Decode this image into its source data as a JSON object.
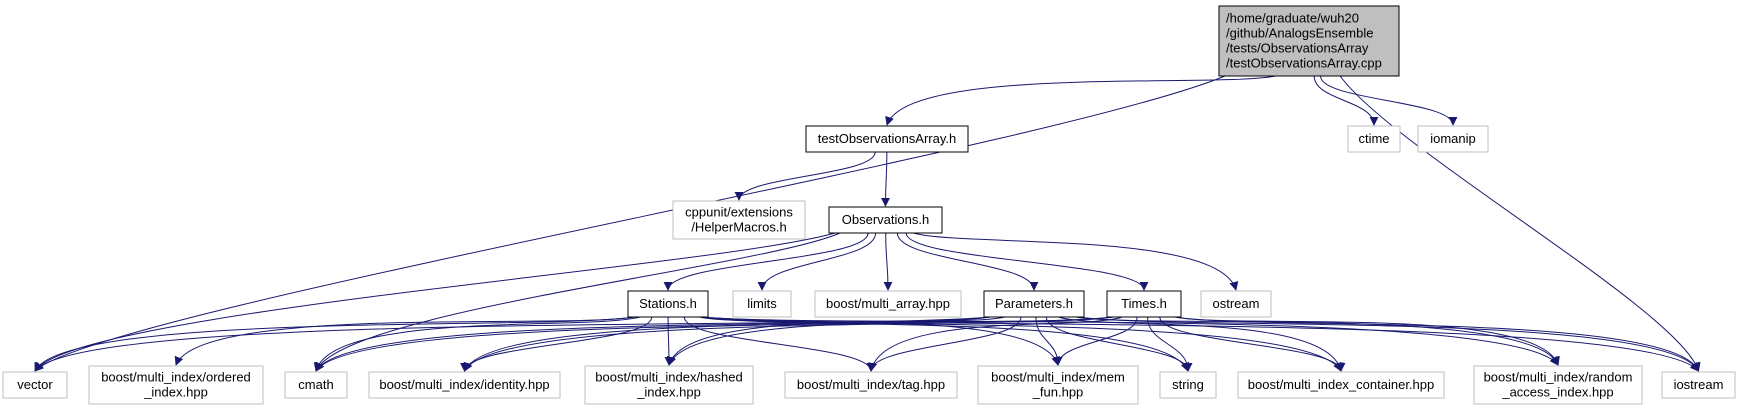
{
  "diagram": {
    "colors": {
      "edge": "#191970",
      "root_fill": "#bfbfbf",
      "root_border": "#000000",
      "documented_border": "#000000",
      "missing_border": "#bfbfbf",
      "background": "#ffffff"
    },
    "nodes": [
      {
        "id": "root",
        "kind": "root",
        "lines": [
          "/home/graduate/wuh20",
          "/github/AnalogsEnsemble",
          "/tests/ObservationsArray",
          "/testObservationsArray.cpp"
        ]
      },
      {
        "id": "testObservationsArray_h",
        "kind": "documented",
        "lines": [
          "testObservationsArray.h"
        ]
      },
      {
        "id": "ctime",
        "kind": "missing",
        "lines": [
          "ctime"
        ]
      },
      {
        "id": "iomanip",
        "kind": "missing",
        "lines": [
          "iomanip"
        ]
      },
      {
        "id": "helpermacros",
        "kind": "missing",
        "lines": [
          "cppunit/extensions",
          "/HelperMacros.h"
        ]
      },
      {
        "id": "observations_h",
        "kind": "documented",
        "lines": [
          "Observations.h"
        ]
      },
      {
        "id": "stations_h",
        "kind": "documented",
        "lines": [
          "Stations.h"
        ]
      },
      {
        "id": "limits",
        "kind": "missing",
        "lines": [
          "limits"
        ]
      },
      {
        "id": "multi_array",
        "kind": "missing",
        "lines": [
          "boost/multi_array.hpp"
        ]
      },
      {
        "id": "parameters_h",
        "kind": "documented",
        "lines": [
          "Parameters.h"
        ]
      },
      {
        "id": "times_h",
        "kind": "documented",
        "lines": [
          "Times.h"
        ]
      },
      {
        "id": "ostream",
        "kind": "missing",
        "lines": [
          "ostream"
        ]
      },
      {
        "id": "vector",
        "kind": "missing",
        "lines": [
          "vector"
        ]
      },
      {
        "id": "ordered_index",
        "kind": "missing",
        "lines": [
          "boost/multi_index/ordered",
          "_index.hpp"
        ]
      },
      {
        "id": "cmath",
        "kind": "missing",
        "lines": [
          "cmath"
        ]
      },
      {
        "id": "identity",
        "kind": "missing",
        "lines": [
          "boost/multi_index/identity.hpp"
        ]
      },
      {
        "id": "hashed_index",
        "kind": "missing",
        "lines": [
          "boost/multi_index/hashed",
          "_index.hpp"
        ]
      },
      {
        "id": "tag",
        "kind": "missing",
        "lines": [
          "boost/multi_index/tag.hpp"
        ]
      },
      {
        "id": "mem_fun",
        "kind": "missing",
        "lines": [
          "boost/multi_index/mem",
          "_fun.hpp"
        ]
      },
      {
        "id": "string",
        "kind": "missing",
        "lines": [
          "string"
        ]
      },
      {
        "id": "multi_index_container",
        "kind": "missing",
        "lines": [
          "boost/multi_index_container.hpp"
        ]
      },
      {
        "id": "random_access_index",
        "kind": "missing",
        "lines": [
          "boost/multi_index/random",
          "_access_index.hpp"
        ]
      },
      {
        "id": "iostream",
        "kind": "missing",
        "lines": [
          "iostream"
        ]
      }
    ],
    "edges": [
      [
        "root",
        "testObservationsArray_h"
      ],
      [
        "root",
        "vector"
      ],
      [
        "root",
        "ctime"
      ],
      [
        "root",
        "iomanip"
      ],
      [
        "root",
        "iostream"
      ],
      [
        "testObservationsArray_h",
        "helpermacros"
      ],
      [
        "testObservationsArray_h",
        "observations_h"
      ],
      [
        "observations_h",
        "vector"
      ],
      [
        "observations_h",
        "cmath"
      ],
      [
        "observations_h",
        "stations_h"
      ],
      [
        "observations_h",
        "limits"
      ],
      [
        "observations_h",
        "multi_array"
      ],
      [
        "observations_h",
        "parameters_h"
      ],
      [
        "observations_h",
        "times_h"
      ],
      [
        "observations_h",
        "ostream"
      ],
      [
        "stations_h",
        "vector"
      ],
      [
        "stations_h",
        "ordered_index"
      ],
      [
        "stations_h",
        "cmath"
      ],
      [
        "stations_h",
        "identity"
      ],
      [
        "stations_h",
        "hashed_index"
      ],
      [
        "stations_h",
        "tag"
      ],
      [
        "stations_h",
        "mem_fun"
      ],
      [
        "stations_h",
        "string"
      ],
      [
        "stations_h",
        "multi_index_container"
      ],
      [
        "stations_h",
        "random_access_index"
      ],
      [
        "stations_h",
        "iostream"
      ],
      [
        "parameters_h",
        "vector"
      ],
      [
        "parameters_h",
        "cmath"
      ],
      [
        "parameters_h",
        "identity"
      ],
      [
        "parameters_h",
        "hashed_index"
      ],
      [
        "parameters_h",
        "tag"
      ],
      [
        "parameters_h",
        "mem_fun"
      ],
      [
        "parameters_h",
        "string"
      ],
      [
        "parameters_h",
        "multi_index_container"
      ],
      [
        "parameters_h",
        "random_access_index"
      ],
      [
        "parameters_h",
        "iostream"
      ],
      [
        "times_h",
        "cmath"
      ],
      [
        "times_h",
        "identity"
      ],
      [
        "times_h",
        "hashed_index"
      ],
      [
        "times_h",
        "tag"
      ],
      [
        "times_h",
        "mem_fun"
      ],
      [
        "times_h",
        "string"
      ],
      [
        "times_h",
        "multi_index_container"
      ],
      [
        "times_h",
        "random_access_index"
      ],
      [
        "times_h",
        "iostream"
      ]
    ]
  }
}
